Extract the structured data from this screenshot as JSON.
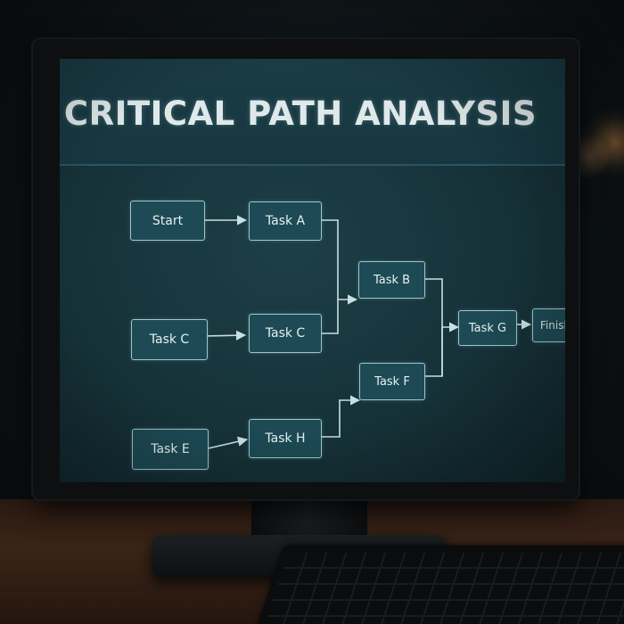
{
  "screen": {
    "title": "CRITICAL PATH ANALYSIS"
  },
  "diagram": {
    "nodes": [
      {
        "id": "start",
        "label": "Start"
      },
      {
        "id": "task-a",
        "label": "Task A"
      },
      {
        "id": "task-c-left",
        "label": "Task C"
      },
      {
        "id": "task-c-right",
        "label": "Task C"
      },
      {
        "id": "task-e",
        "label": "Task E"
      },
      {
        "id": "task-h",
        "label": "Task H"
      },
      {
        "id": "task-b",
        "label": "Task B"
      },
      {
        "id": "task-f",
        "label": "Task F"
      },
      {
        "id": "task-g",
        "label": "Task G"
      },
      {
        "id": "finish",
        "label": "Finish"
      }
    ],
    "edges": [
      {
        "from": "start",
        "to": "task-a"
      },
      {
        "from": "task-c-left",
        "to": "task-c-right"
      },
      {
        "from": "task-e",
        "to": "task-h"
      },
      {
        "from": "task-a",
        "to": "task-b"
      },
      {
        "from": "task-c-right",
        "to": "task-b"
      },
      {
        "from": "task-h",
        "to": "task-f"
      },
      {
        "from": "task-b",
        "to": "task-g"
      },
      {
        "from": "task-f",
        "to": "task-g"
      },
      {
        "from": "task-g",
        "to": "finish"
      }
    ]
  },
  "colors": {
    "screen_bg": "#163239",
    "node_fill": "#1d4a55",
    "node_border": "#9ec7cd",
    "edge": "#c9dfe2",
    "title_text": "#dfe9ea"
  }
}
